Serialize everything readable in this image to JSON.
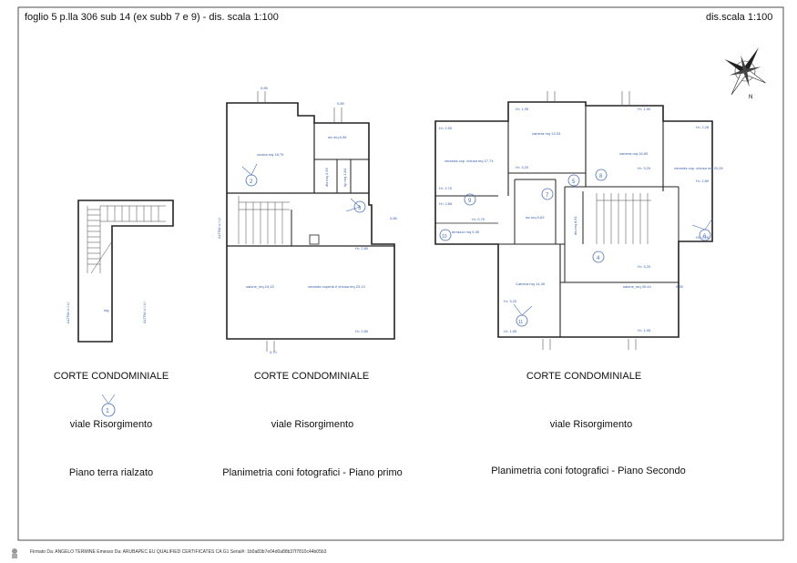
{
  "header": {
    "title": "foglio 5 p.lla 306 sub 14 (ex subb 7 e 9)  -  dis. scala 1:100",
    "scale": "dis.scala 1:100"
  },
  "compass": {
    "n": "N"
  },
  "plans": {
    "ground": {
      "corte": "CORTE CONDOMINIALE",
      "street": "viale Risorgimento",
      "caption": "Piano terra rialzato",
      "photo_marker": "1",
      "room": "ing.",
      "altra_left": "ALTRA U.I.U.",
      "altra_right": "ALTRA U.I.U."
    },
    "first": {
      "corte": "CORTE CONDOMINIALE",
      "street": "viale Risorgimento",
      "caption": "Planimetria coni fotografici - Piano primo",
      "altra": "ALTRA U.I.U.",
      "rooms": {
        "cucina": "cucina mq 18,75",
        "wc": "wc mq 6,96",
        "disimpegno": "dis.mq 3,56",
        "ripostiglio": "rip mq 1,84",
        "salone": "salone_mq 24,15",
        "veranda": "veranda coperta e chiusa mq 23,13"
      },
      "heights": {
        "h1": "H= 2,80",
        "h2": "H= 2,80"
      },
      "markers": {
        "m2": "2",
        "m3": "3"
      },
      "dims": {
        "d1": "0,95",
        "d2": "0,85",
        "d3": "0,85",
        "d4": "0,85",
        "d5": "0,70"
      }
    },
    "second": {
      "corte": "CORTE CONDOMINIALE",
      "street": "viale Risorgimento",
      "caption": "Planimetria coni fotografici - Piano Secondo",
      "rooms": {
        "veranda_left": "veranda cop. chiusa mq 17,74",
        "camera_top": "camera mq 13,33",
        "camera_mid": "camera mq 16,80",
        "veranda_right": "veranda cop. chiusa mq 20,28",
        "wc": "wc mq 9,63",
        "disimpegno": "dis mq 8,61",
        "terrazzo": "terrazzo mq 5,39",
        "camera_low": "Camera mq 14,45",
        "salone": "salone_mq 39,44"
      },
      "heights": {
        "a": "H= 2,50",
        "b": "H= 2,70",
        "c": "H= 2,68",
        "d": "H= 1,95",
        "e": "H= 3,20",
        "f": "H= 1,95",
        "g": "H= 3,20",
        "h": "H= 2,28",
        "i": "H= 2,80",
        "j": "H= 2,28",
        "k": "H= 3,20",
        "l": "H= 3,20",
        "m": "H= 1,95",
        "n": "H= 1,95",
        "o": "H= 0,70"
      },
      "markers": {
        "m4": "4",
        "m5": "5",
        "m6": "6",
        "m7": "7",
        "m8": "8",
        "m9": "9",
        "m10": "10",
        "m11": "11"
      }
    }
  },
  "footer": {
    "signature": "Firmato Da: ANGELO TERMINE Emesso Da: ARUBAPEC EU QUALIFIED CERTIFICATES CA G1 Serial#: 1b0a83b7e04d0a88b37f7810c44b05b3"
  }
}
